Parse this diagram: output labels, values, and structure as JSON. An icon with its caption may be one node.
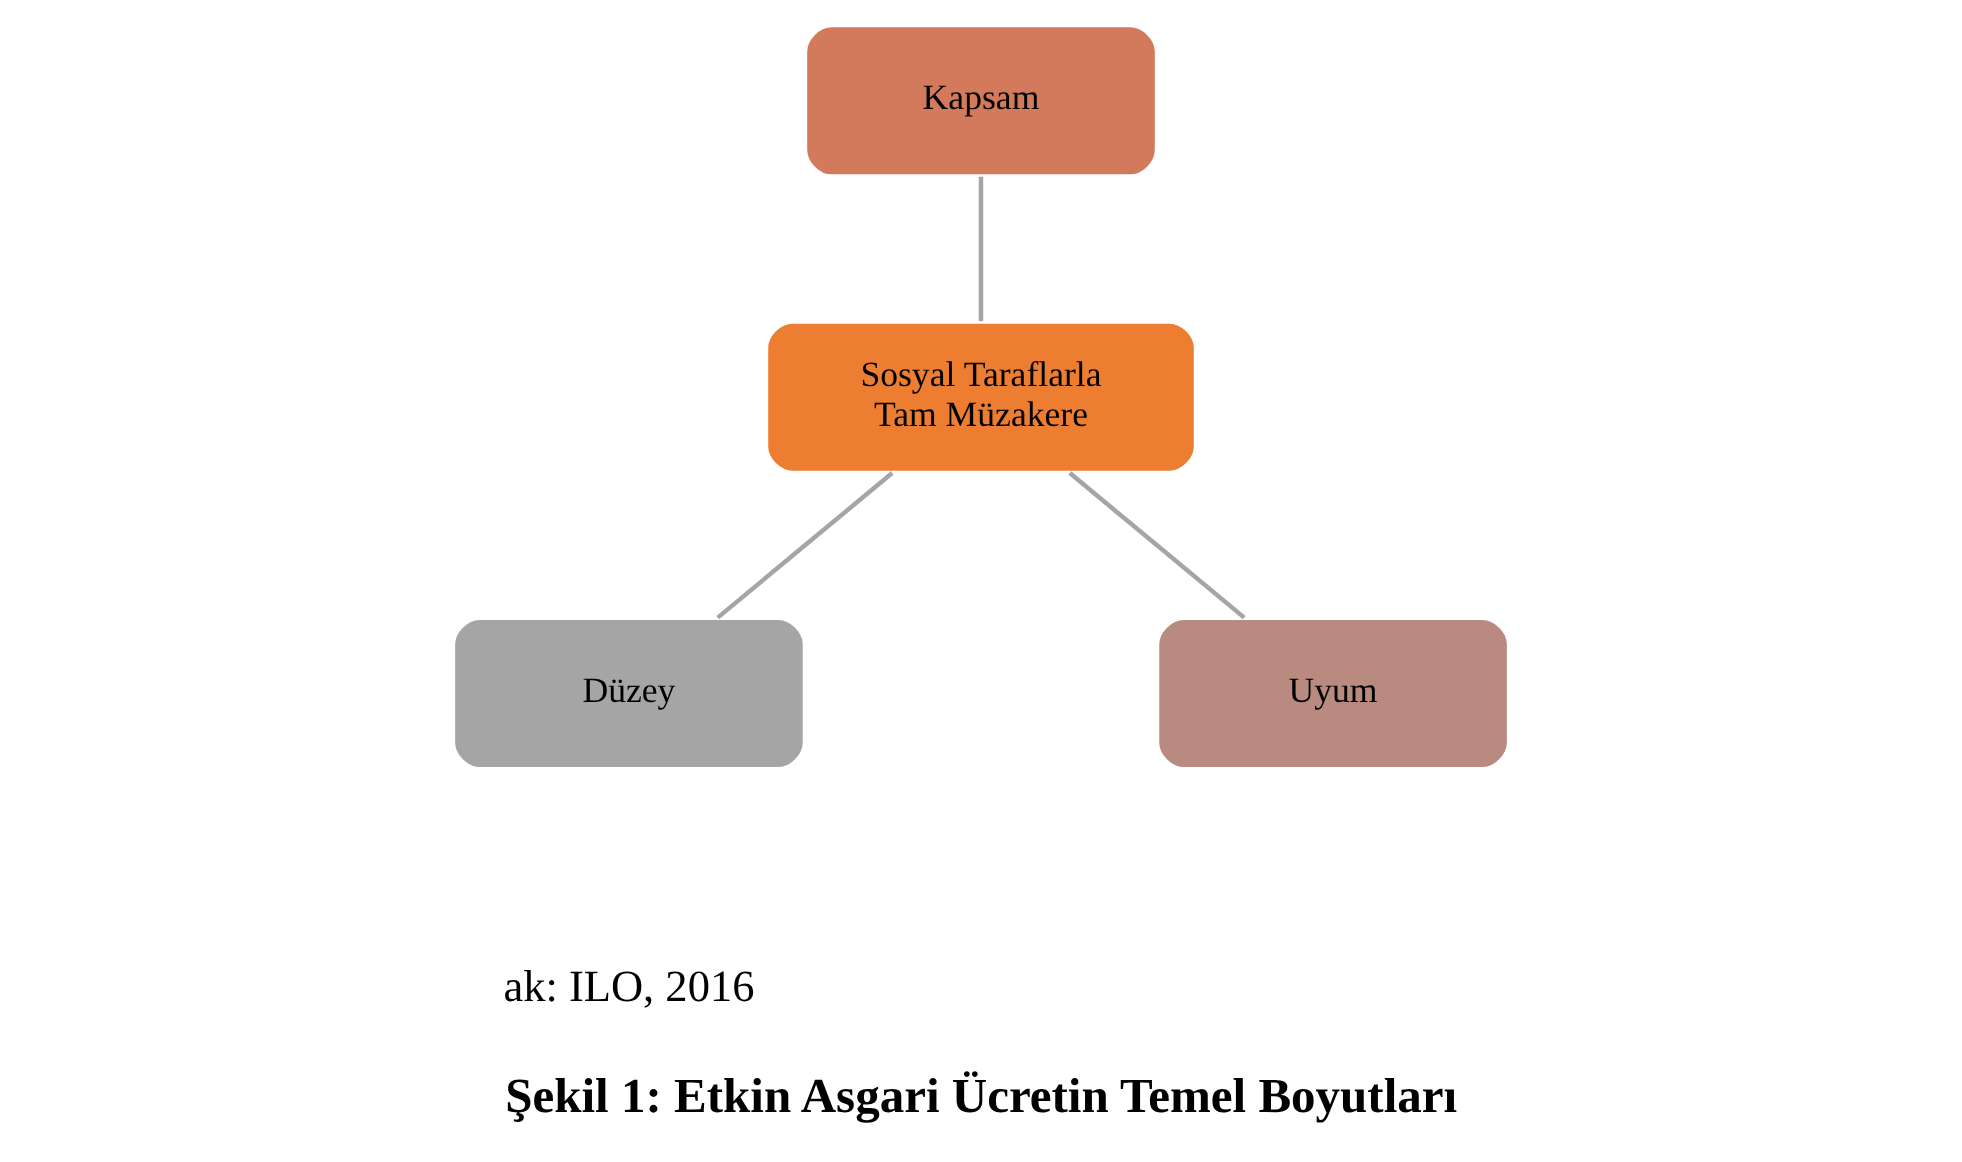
{
  "diagram": {
    "caption": "Şekil 1: Etkin Asgari Ücretin Temel Boyutları",
    "nodes": [
      {
        "text": [
          "Kapsam"
        ]
      },
      {
        "text": [
          "Sosyal Taraflarla Tam Müzakere"
        ]
      },
      {
        "text": [
          "Düzey"
        ]
      },
      {
        "text": [
          "Uyum"
        ]
      }
    ],
    "edges": [
      {
        "from": 0,
        "to": 1,
        "arrow": "none"
      },
      {
        "from": 1,
        "to": 2,
        "arrow": "none"
      },
      {
        "from": 1,
        "to": 3,
        "arrow": "none"
      }
    ],
    "labels": [
      "ak: ILO, 2016"
    ]
  }
}
